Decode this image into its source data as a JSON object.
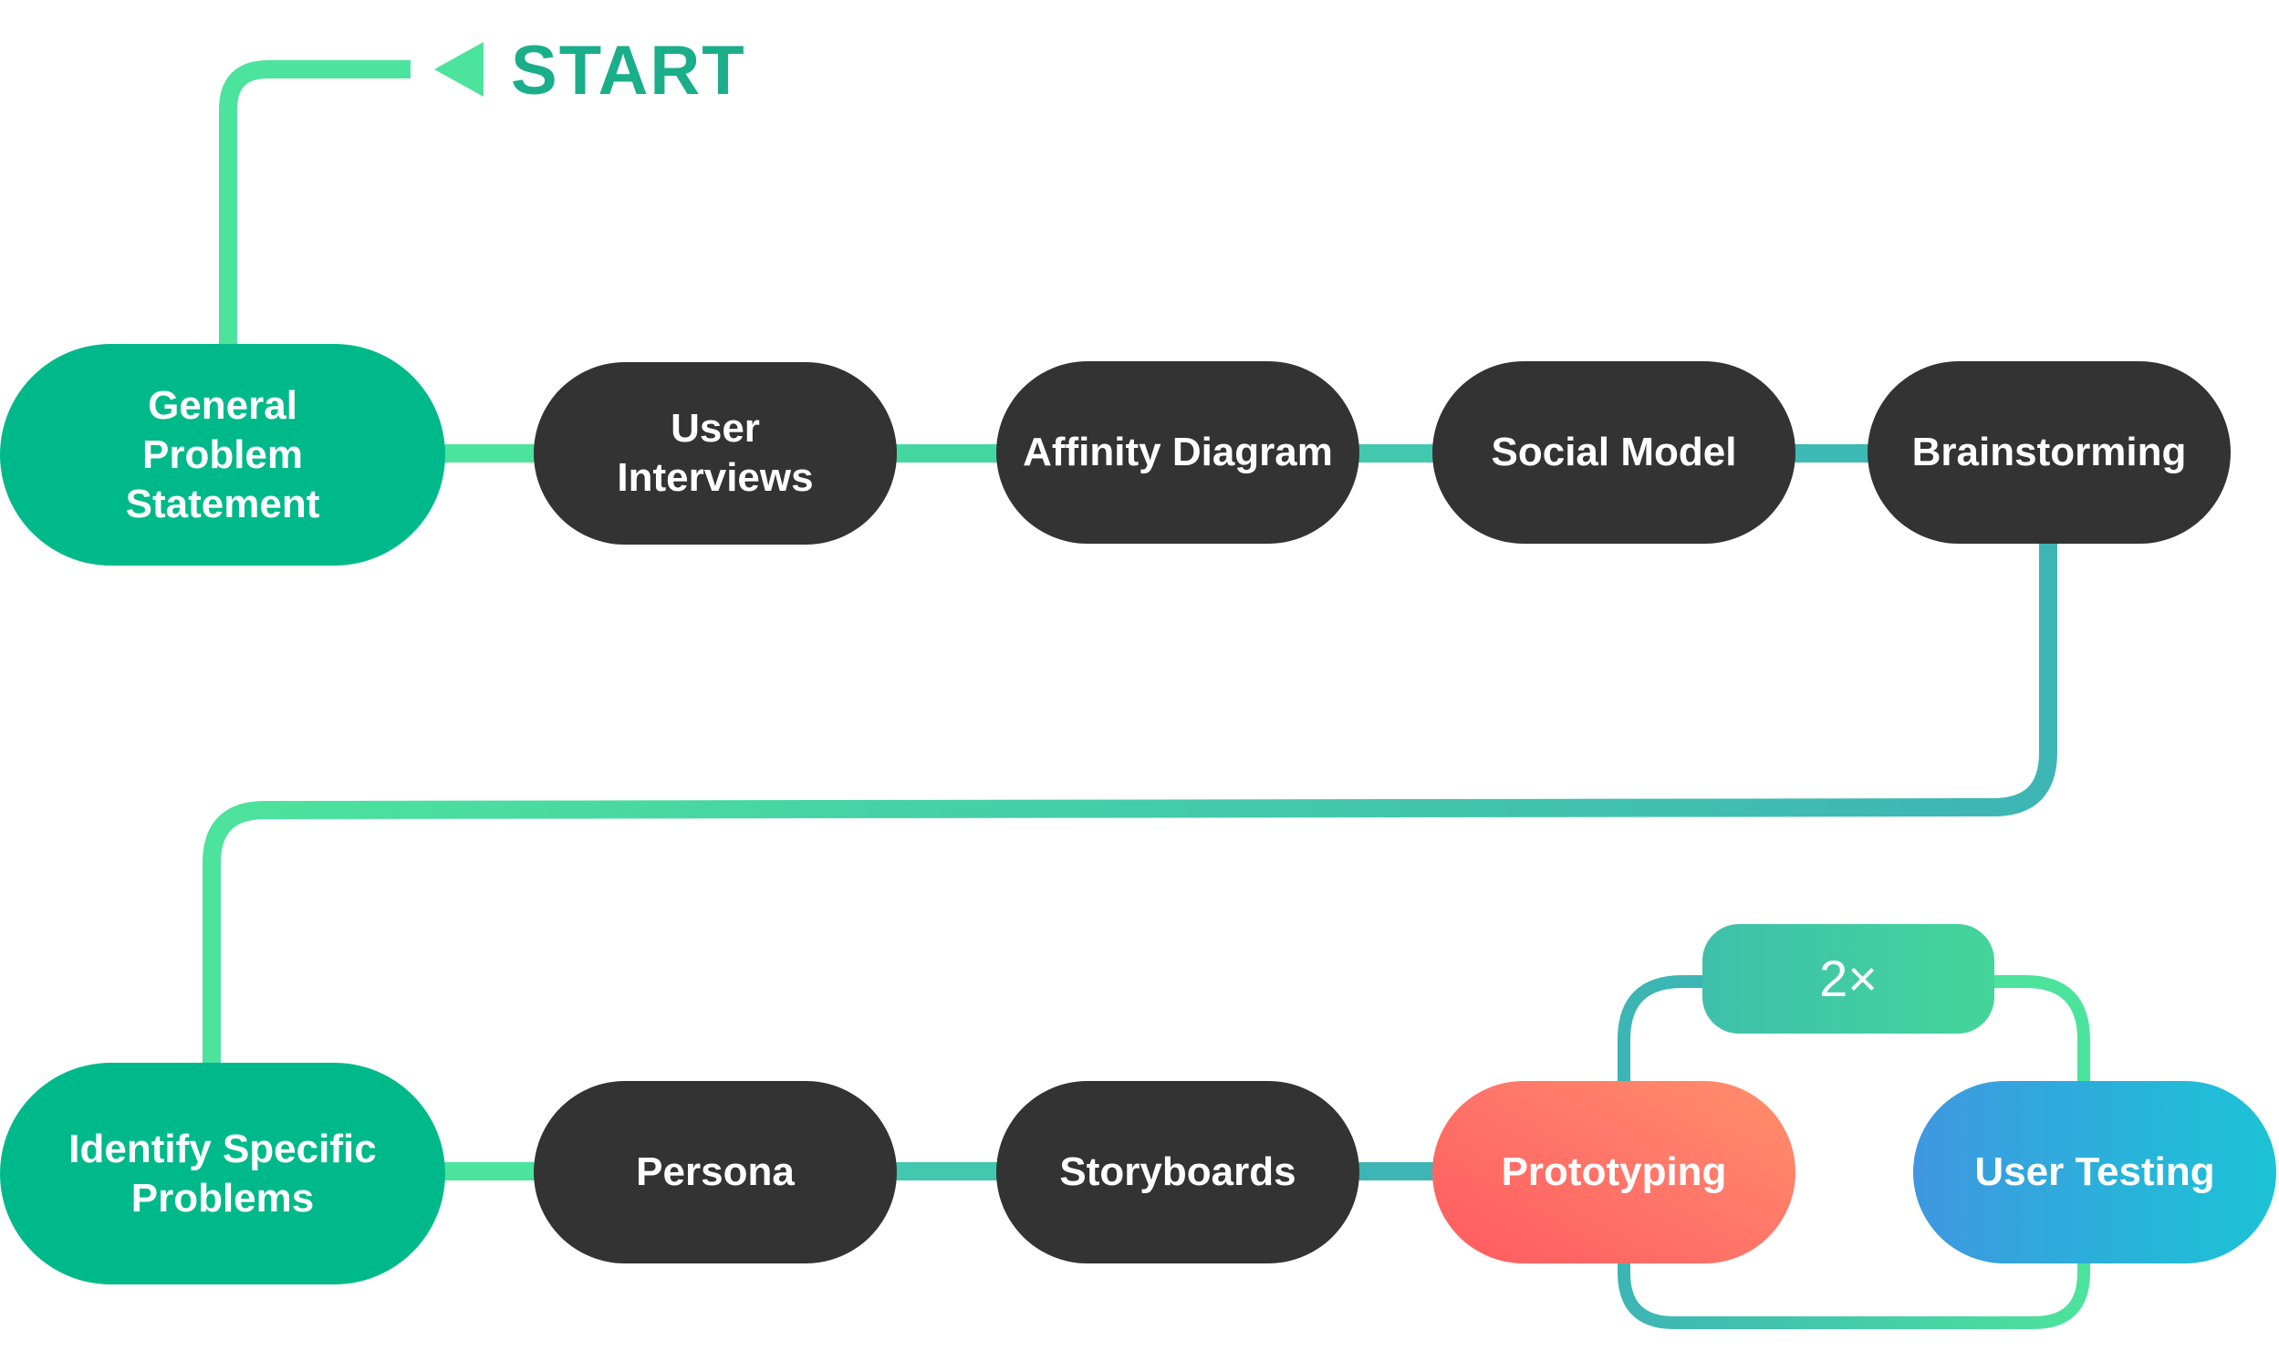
{
  "start_label": "START",
  "nodes": {
    "general_problem": "General\nProblem\nStatement",
    "user_interviews": "User\nInterviews",
    "affinity_diagram": "Affinity Diagram",
    "social_model": "Social Model",
    "brainstorming": "Brainstorming",
    "identify_problems": "Identify Specific\nProblems",
    "persona": "Persona",
    "storyboards": "Storyboards",
    "prototyping": "Prototyping",
    "user_testing": "User Testing",
    "repeat_badge": "2×"
  },
  "colors": {
    "primary_green": "#00b98a",
    "dark_node": "#333333",
    "connector_light": "#4ce39c",
    "connector_teal": "#3db5b5",
    "start_text": "#1aae8a",
    "prototyping": "#ff6b62",
    "user_testing": "#2ab2da"
  }
}
